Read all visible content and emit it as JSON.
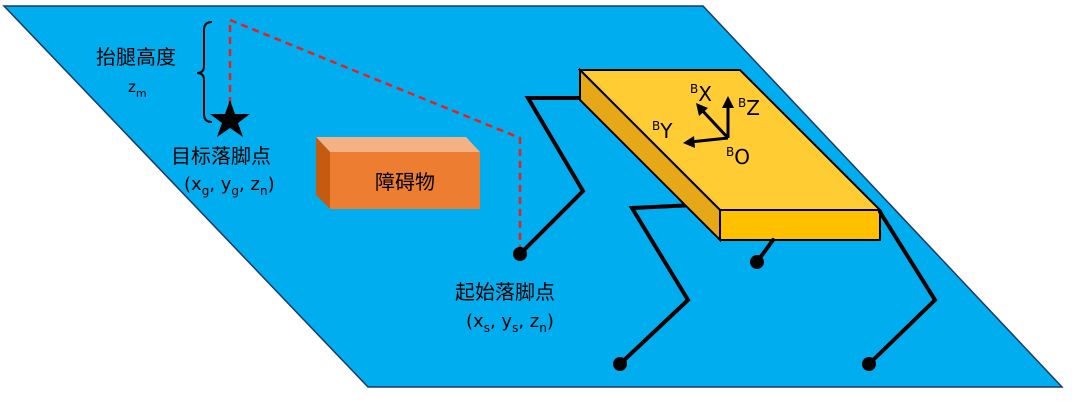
{
  "labels": {
    "lift_height": "抬腿高度",
    "z_m_base": "z",
    "z_m_sub": "m",
    "target_title": "目标落脚点",
    "target_coord": {
      "open": "(x",
      "s1": "g",
      "mid1": ", y",
      "s2": "g",
      "mid2": ", z",
      "s3": "n",
      "close": ")"
    },
    "start_title": "起始落脚点",
    "start_coord": {
      "open": "(x",
      "s1": "s",
      "mid1": ", y",
      "s2": "s",
      "mid2": ", z",
      "s3": "n",
      "close": ")"
    },
    "obstacle": "障碍物",
    "axis_x": {
      "sup": "B",
      "name": "X"
    },
    "axis_y": {
      "sup": "B",
      "name": "Y"
    },
    "axis_z": {
      "sup": "B",
      "name": "Z"
    },
    "axis_o": {
      "sup": "B",
      "name": "O"
    }
  },
  "colors": {
    "ground": "#00AEEF",
    "body_top": "#FFCC33",
    "obstacle_front": "#ED7D31",
    "trajectory": "#E8201E"
  }
}
